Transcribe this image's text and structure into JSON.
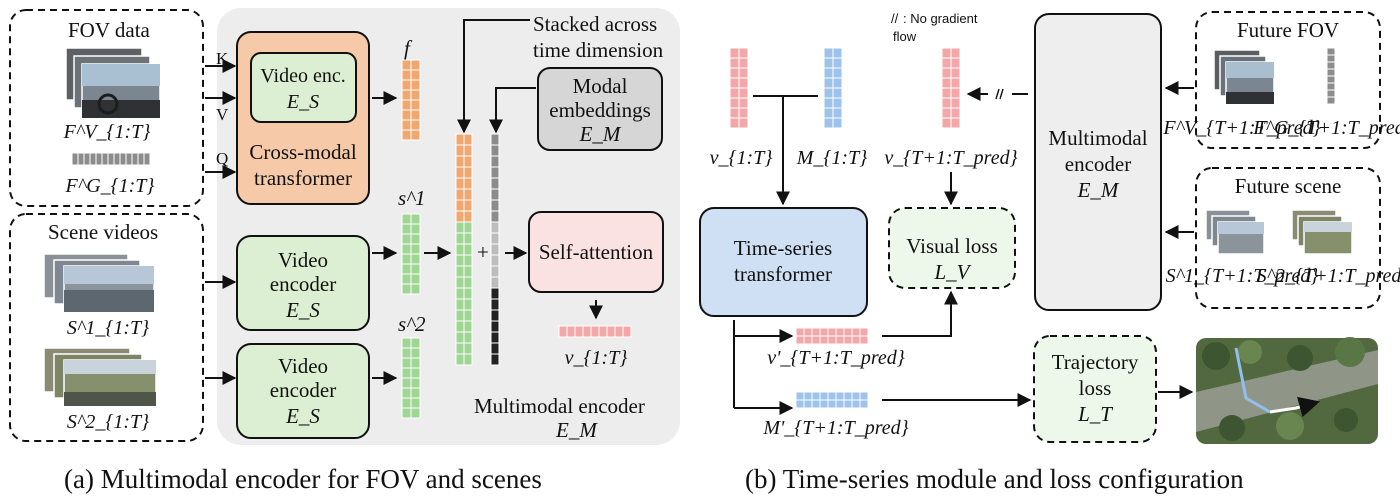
{
  "panel_a": {
    "fov_title": "FOV data",
    "fov_video_label": "F^V_{1:T}",
    "fov_gaze_label": "F^G_{1:T}",
    "scene_title": "Scene videos",
    "scene1_label": "S^1_{1:T}",
    "scene2_label": "S^2_{1:T}",
    "k": "K",
    "v": "V",
    "q": "Q",
    "video_enc_line1": "Video enc.",
    "video_enc_sym": "E_S",
    "cross_modal_line1": "Cross-modal",
    "cross_modal_line2": "transformer",
    "f_label": "f",
    "s1_label": "s^1",
    "s2_label": "s^2",
    "video_encoder_line1": "Video",
    "video_encoder_line2": "encoder",
    "stacked_line1": "Stacked across",
    "stacked_line2": "time dimension",
    "modal_line1": "Modal",
    "modal_line2": "embeddings",
    "modal_sym": "E_M",
    "plus": "+",
    "self_attention": "Self-attention",
    "v_out_label": "v_{1:T}",
    "mm_encoder_line1": "Multimodal encoder",
    "mm_encoder_sym": "E_M",
    "caption": "(a) Multimodal encoder for FOV and scenes"
  },
  "panel_b": {
    "v_label": "v_{1:T}",
    "m_label": "M_{1:T}",
    "no_grad_mark": "//",
    "no_grad_text_line1": ": No gradient",
    "no_grad_text_line2": "flow",
    "v_future_label": "v_{T+1:T_pred}",
    "ts_line1": "Time-series",
    "ts_line2": "transformer",
    "visual_loss_line1": "Visual loss",
    "visual_loss_sym": "L_V",
    "v_pred_label": "v'_{T+1:T_pred}",
    "m_pred_label": "M'_{T+1:T_pred}",
    "mm_line1": "Multimodal",
    "mm_line2": "encoder",
    "mm_sym": "E_M",
    "future_fov_title": "Future FOV",
    "future_fov_v_label": "F^V_{T+1:T_pred}",
    "future_fov_g_label": "F^G_{T+1:T_pred}",
    "future_scene_title": "Future scene",
    "future_scene1_label": "S^1_{T+1:T_pred}",
    "future_scene2_label": "S^2_{T+1:T_pred}",
    "traj_line1": "Trajectory",
    "traj_line2": "loss",
    "traj_sym": "L_T",
    "caption": "(b) Time-series module and loss configuration"
  },
  "colors": {
    "orange_fill": "#f6c9a8",
    "green_fill": "#dcefd2",
    "gray_fill": "#d6d6d6",
    "pink_fill": "#fbe2e2",
    "blue_fill": "#cfe0f5",
    "light_green_fill": "#eef8ea",
    "pink_token": "#f4a7a8",
    "blue_token": "#9ec2e9",
    "orange_token": "#f0a770",
    "green_token": "#9fd694",
    "gray_panel": "#ededed"
  }
}
